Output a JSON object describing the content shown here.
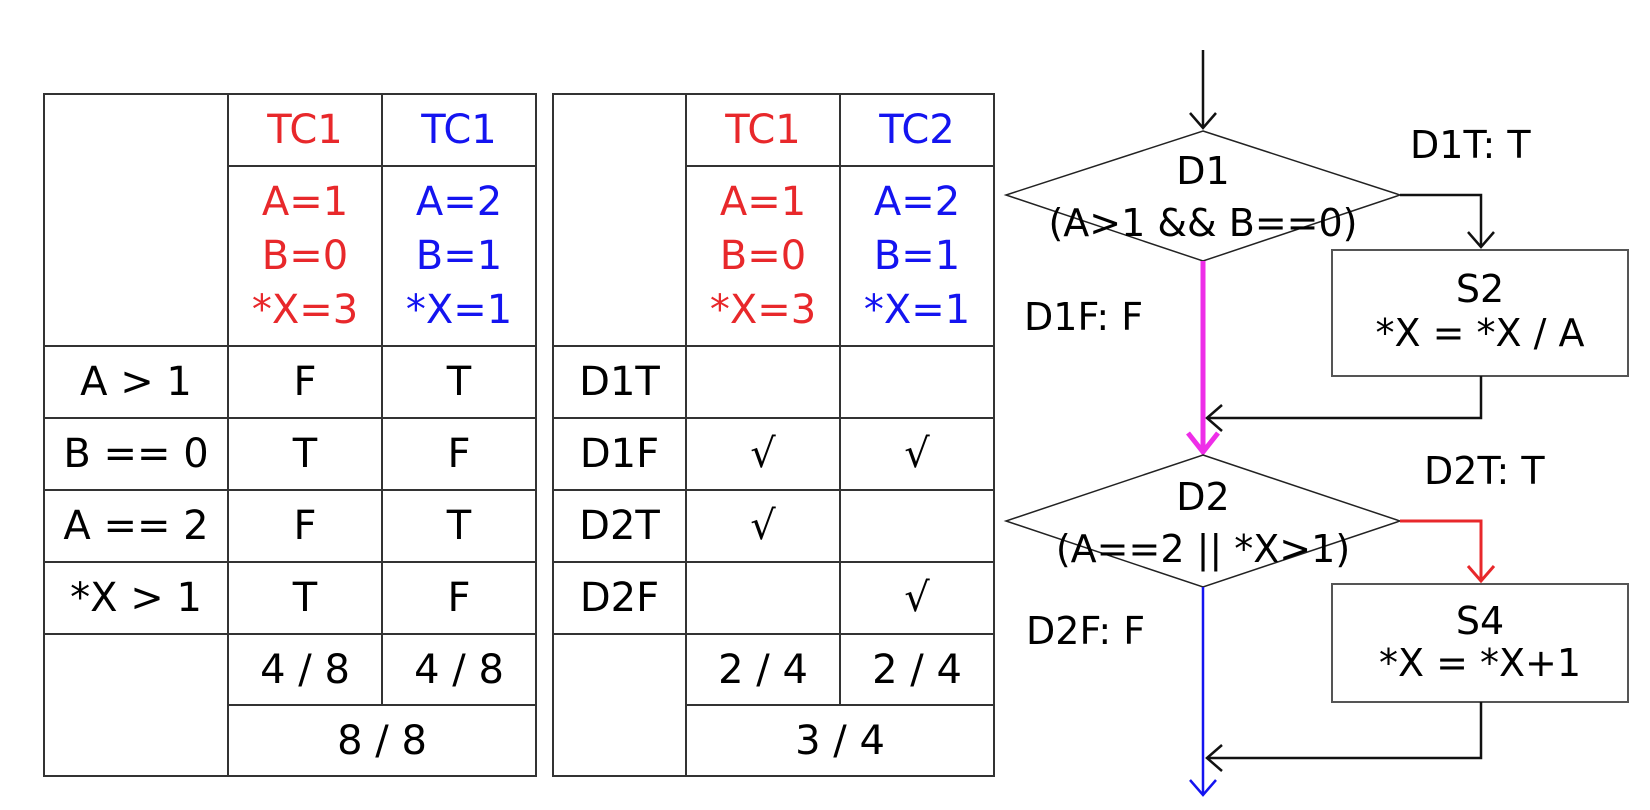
{
  "condition_table": {
    "headers": [
      {
        "name": "TC1",
        "inputs": [
          "A=1",
          "B=0",
          "*X=3"
        ],
        "color": "#e8282b"
      },
      {
        "name": "TC1",
        "inputs": [
          "A=2",
          "B=1",
          "*X=1"
        ],
        "color": "#1414f0"
      }
    ],
    "rows": [
      {
        "label": "A > 1",
        "values": [
          "F",
          "T"
        ]
      },
      {
        "label": "B == 0",
        "values": [
          "T",
          "F"
        ]
      },
      {
        "label": "A == 2",
        "values": [
          "F",
          "T"
        ]
      },
      {
        "label": "*X > 1",
        "values": [
          "T",
          "F"
        ]
      }
    ],
    "per_test_coverage": [
      "4 / 8",
      "4 / 8"
    ],
    "total_coverage": "8 / 8"
  },
  "decision_table": {
    "headers": [
      {
        "name": "TC1",
        "inputs": [
          "A=1",
          "B=0",
          "*X=3"
        ],
        "color": "#e8282b"
      },
      {
        "name": "TC2",
        "inputs": [
          "A=2",
          "B=1",
          "*X=1"
        ],
        "color": "#1414f0"
      }
    ],
    "rows": [
      {
        "label": "D1T",
        "values": [
          "",
          ""
        ]
      },
      {
        "label": "D1F",
        "values": [
          "√",
          "√"
        ]
      },
      {
        "label": "D2T",
        "values": [
          "√",
          ""
        ]
      },
      {
        "label": "D2F",
        "values": [
          "",
          "√"
        ]
      }
    ],
    "per_test_coverage": [
      "2 / 4",
      "2 / 4"
    ],
    "total_coverage": "3 / 4"
  },
  "flowchart": {
    "d1": {
      "name": "D1",
      "condition": "(A>1 && B==0)",
      "true_label": "D1T: T",
      "false_label": "D1F: F"
    },
    "s2": {
      "name": "S2",
      "statement": "*X = *X / A"
    },
    "d2": {
      "name": "D2",
      "condition": "(A==2 ||  *X>1)",
      "true_label": "D2T: T",
      "false_label": "D2F: F"
    },
    "s4": {
      "name": "S4",
      "statement": "*X = *X+1"
    },
    "colors": {
      "d1_false_path": "#ee2ee8",
      "d2_true_path": "#e8282b",
      "d2_false_path": "#1414f0",
      "default_path": "#000000"
    }
  }
}
